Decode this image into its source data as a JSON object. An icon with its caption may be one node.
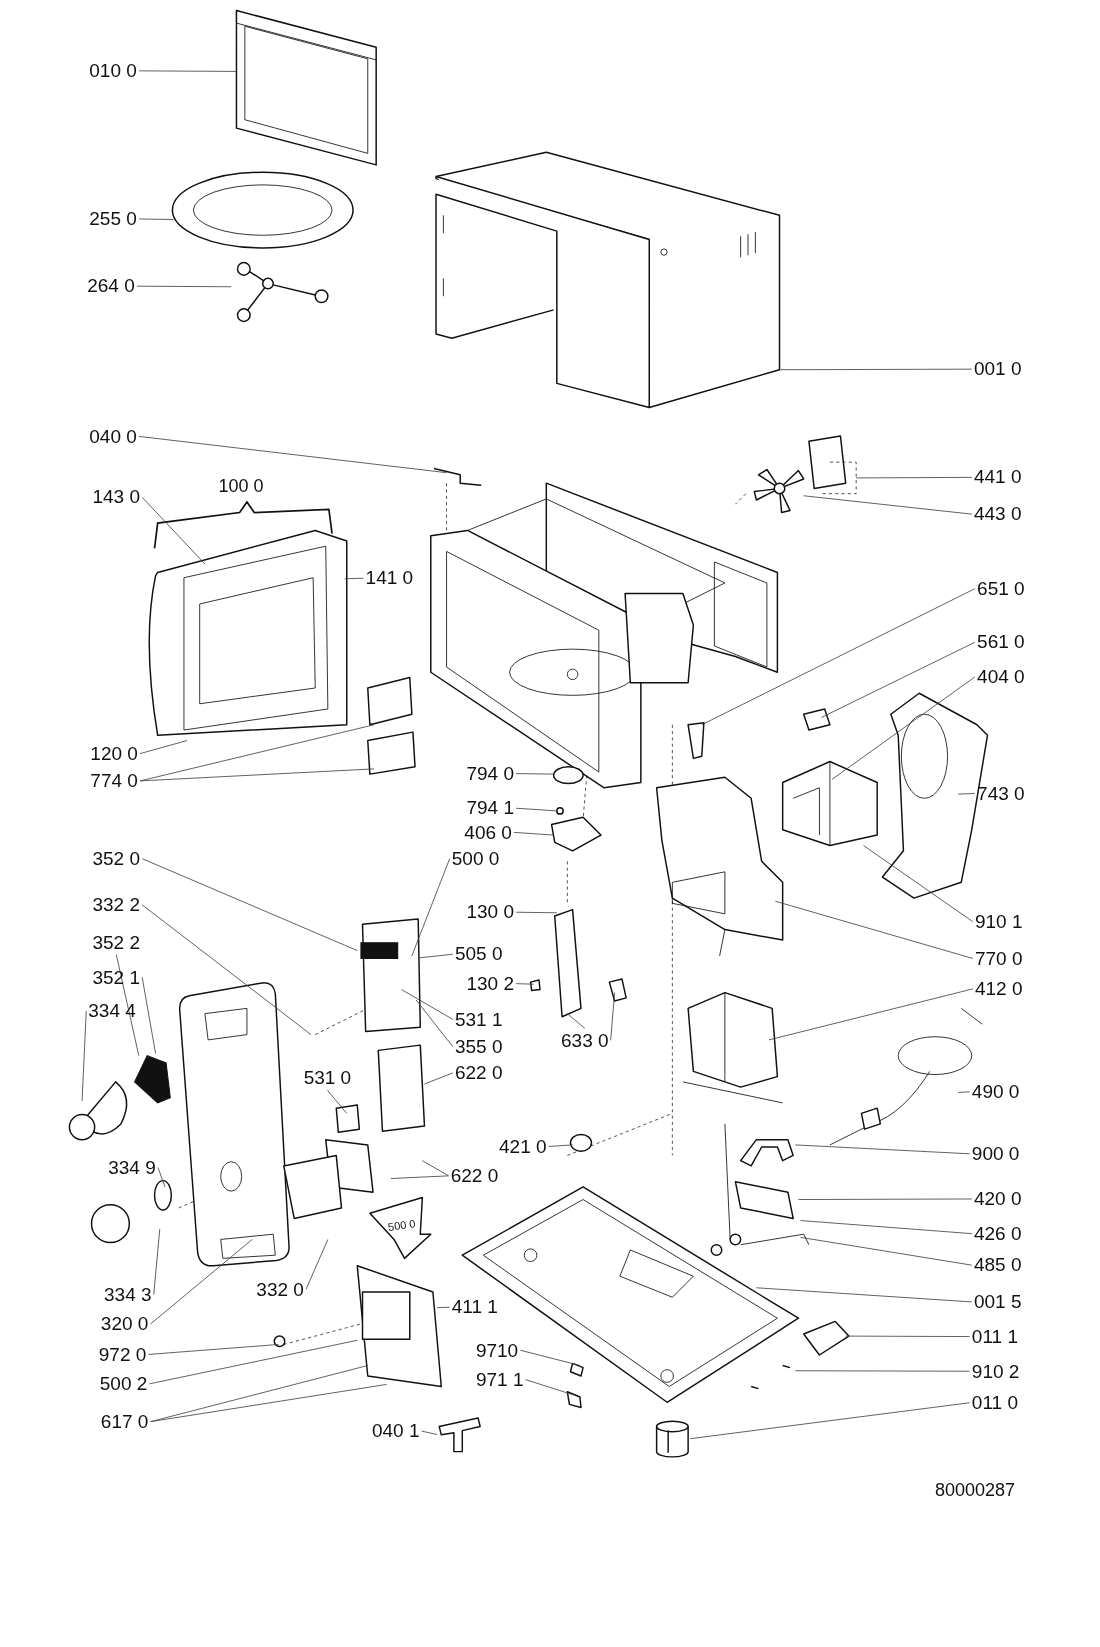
{
  "diagram": {
    "nodes": [
      {
        "text": [
          "010 0"
        ]
      },
      {
        "text": [
          "255 0"
        ]
      },
      {
        "text": [
          "264 0"
        ]
      },
      {
        "text": [
          "001 0"
        ]
      },
      {
        "text": [
          "040 0"
        ]
      },
      {
        "text": [
          "143 0"
        ]
      },
      {
        "text": [
          "141 0"
        ]
      },
      {
        "text": [
          "441 0"
        ]
      },
      {
        "text": [
          "443 0"
        ]
      },
      {
        "text": [
          "651 0"
        ]
      },
      {
        "text": [
          "561 0"
        ]
      },
      {
        "text": [
          "404 0"
        ]
      },
      {
        "text": [
          "120 0"
        ]
      },
      {
        "text": [
          "774 0"
        ]
      },
      {
        "text": [
          "743 0"
        ]
      },
      {
        "text": [
          "794 0"
        ]
      },
      {
        "text": [
          "794 1"
        ]
      },
      {
        "text": [
          "406 0"
        ]
      },
      {
        "text": [
          "352 0"
        ]
      },
      {
        "text": [
          "500 0"
        ]
      },
      {
        "text": [
          "130 0"
        ]
      },
      {
        "text": [
          "910 1"
        ]
      },
      {
        "text": [
          "332 2"
        ]
      },
      {
        "text": [
          "505 0"
        ]
      },
      {
        "text": [
          "770 0"
        ]
      },
      {
        "text": [
          "352 2"
        ]
      },
      {
        "text": [
          "352 1"
        ]
      },
      {
        "text": [
          "334 4"
        ]
      },
      {
        "text": [
          "130 2"
        ]
      },
      {
        "text": [
          "412 0"
        ]
      },
      {
        "text": [
          "531 1"
        ]
      },
      {
        "text": [
          "633 0"
        ]
      },
      {
        "text": [
          "355 0"
        ]
      },
      {
        "text": [
          "622 0"
        ]
      },
      {
        "text": [
          "531 0"
        ]
      },
      {
        "text": [
          "490 0"
        ]
      },
      {
        "text": [
          "421 0"
        ]
      },
      {
        "text": [
          "334 9"
        ]
      },
      {
        "text": [
          "622 0"
        ]
      },
      {
        "text": [
          "900 0"
        ]
      },
      {
        "text": [
          "420 0"
        ]
      },
      {
        "text": [
          "426 0"
        ]
      },
      {
        "text": [
          "485 0"
        ]
      },
      {
        "text": [
          "334 3"
        ]
      },
      {
        "text": [
          "332 0"
        ]
      },
      {
        "text": [
          "320 0"
        ]
      },
      {
        "text": [
          "411 1"
        ]
      },
      {
        "text": [
          "001 5"
        ]
      },
      {
        "text": [
          "972 0"
        ]
      },
      {
        "text": [
          "9710"
        ]
      },
      {
        "text": [
          "011 1"
        ]
      },
      {
        "text": [
          "500 2"
        ]
      },
      {
        "text": [
          "971 1"
        ]
      },
      {
        "text": [
          "910 2"
        ]
      },
      {
        "text": [
          "617 0"
        ]
      },
      {
        "text": [
          "011 0"
        ]
      },
      {
        "text": [
          "040 1"
        ]
      },
      {
        "text": [],
        "shape": "picture"
      },
      {
        "text": [],
        "shape": "cylinder"
      }
    ],
    "edges": [
      {
        "from": 0,
        "to": null,
        "arrow": "none"
      },
      {
        "from": 1,
        "to": null,
        "arrow": "none"
      },
      {
        "from": 2,
        "to": null,
        "arrow": "none"
      },
      {
        "from": 3,
        "to": null,
        "arrow": "none"
      },
      {
        "from": 4,
        "to": null,
        "arrow": "none"
      },
      {
        "from": 5,
        "to": null,
        "arrow": "none"
      },
      {
        "from": 6,
        "to": null,
        "arrow": "none"
      },
      {
        "from": 7,
        "to": null,
        "arrow": "none"
      },
      {
        "from": 8,
        "to": null,
        "arrow": "none"
      },
      {
        "from": 9,
        "to": null,
        "arrow": "none"
      },
      {
        "from": 10,
        "to": null,
        "arrow": "none"
      },
      {
        "from": 11,
        "to": null,
        "arrow": "none"
      },
      {
        "from": 12,
        "to": null,
        "arrow": "none"
      },
      {
        "from": 13,
        "to": null,
        "arrow": "none"
      },
      {
        "from": 13,
        "to": null,
        "arrow": "none"
      },
      {
        "from": 14,
        "to": null,
        "arrow": "none"
      },
      {
        "from": 15,
        "to": null,
        "arrow": "none"
      },
      {
        "from": 16,
        "to": null,
        "arrow": "none"
      },
      {
        "from": 17,
        "to": null,
        "arrow": "none"
      },
      {
        "from": 18,
        "to": null,
        "arrow": "none"
      },
      {
        "from": 19,
        "to": null,
        "arrow": "none"
      },
      {
        "from": 20,
        "to": null,
        "arrow": "none"
      },
      {
        "from": 21,
        "to": null,
        "arrow": "none"
      },
      {
        "from": 22,
        "to": null,
        "arrow": "none"
      },
      {
        "from": 23,
        "to": null,
        "arrow": "none"
      },
      {
        "from": 24,
        "to": null,
        "arrow": "none"
      },
      {
        "from": 25,
        "to": null,
        "arrow": "none"
      },
      {
        "from": 26,
        "to": null,
        "arrow": "none"
      },
      {
        "from": 27,
        "to": null,
        "arrow": "none"
      },
      {
        "from": 28,
        "to": null,
        "arrow": "none"
      },
      {
        "from": 29,
        "to": null,
        "arrow": "none"
      },
      {
        "from": 30,
        "to": null,
        "arrow": "none"
      },
      {
        "from": 31,
        "to": null,
        "arrow": "none"
      },
      {
        "from": 31,
        "to": null,
        "arrow": "none"
      },
      {
        "from": 32,
        "to": null,
        "arrow": "none"
      },
      {
        "from": 33,
        "to": null,
        "arrow": "none"
      },
      {
        "from": 34,
        "to": null,
        "arrow": "none"
      },
      {
        "from": 35,
        "to": null,
        "arrow": "none"
      },
      {
        "from": 36,
        "to": null,
        "arrow": "none"
      },
      {
        "from": 37,
        "to": null,
        "arrow": "none"
      },
      {
        "from": 38,
        "to": null,
        "arrow": "none"
      },
      {
        "from": 38,
        "to": null,
        "arrow": "none"
      },
      {
        "from": 39,
        "to": null,
        "arrow": "none"
      },
      {
        "from": 40,
        "to": null,
        "arrow": "none"
      },
      {
        "from": 41,
        "to": null,
        "arrow": "none"
      },
      {
        "from": 42,
        "to": null,
        "arrow": "none"
      },
      {
        "from": 43,
        "to": null,
        "arrow": "none"
      },
      {
        "from": 44,
        "to": null,
        "arrow": "none"
      },
      {
        "from": 45,
        "to": null,
        "arrow": "none"
      },
      {
        "from": 46,
        "to": null,
        "arrow": "none"
      },
      {
        "from": 47,
        "to": null,
        "arrow": "none"
      },
      {
        "from": 48,
        "to": null,
        "arrow": "none"
      },
      {
        "from": 49,
        "to": null,
        "arrow": "none"
      },
      {
        "from": 50,
        "to": null,
        "arrow": "none"
      },
      {
        "from": 51,
        "to": null,
        "arrow": "none"
      },
      {
        "from": 52,
        "to": null,
        "arrow": "none"
      },
      {
        "from": 53,
        "to": null,
        "arrow": "none"
      },
      {
        "from": 54,
        "to": null,
        "arrow": "none"
      },
      {
        "from": 54,
        "to": null,
        "arrow": "none"
      },
      {
        "from": 55,
        "to": 58,
        "arrow": "none"
      },
      {
        "from": 56,
        "to": 57,
        "arrow": "none"
      }
    ],
    "labels": [
      "100 0",
      "500 0",
      "80000287"
    ]
  }
}
